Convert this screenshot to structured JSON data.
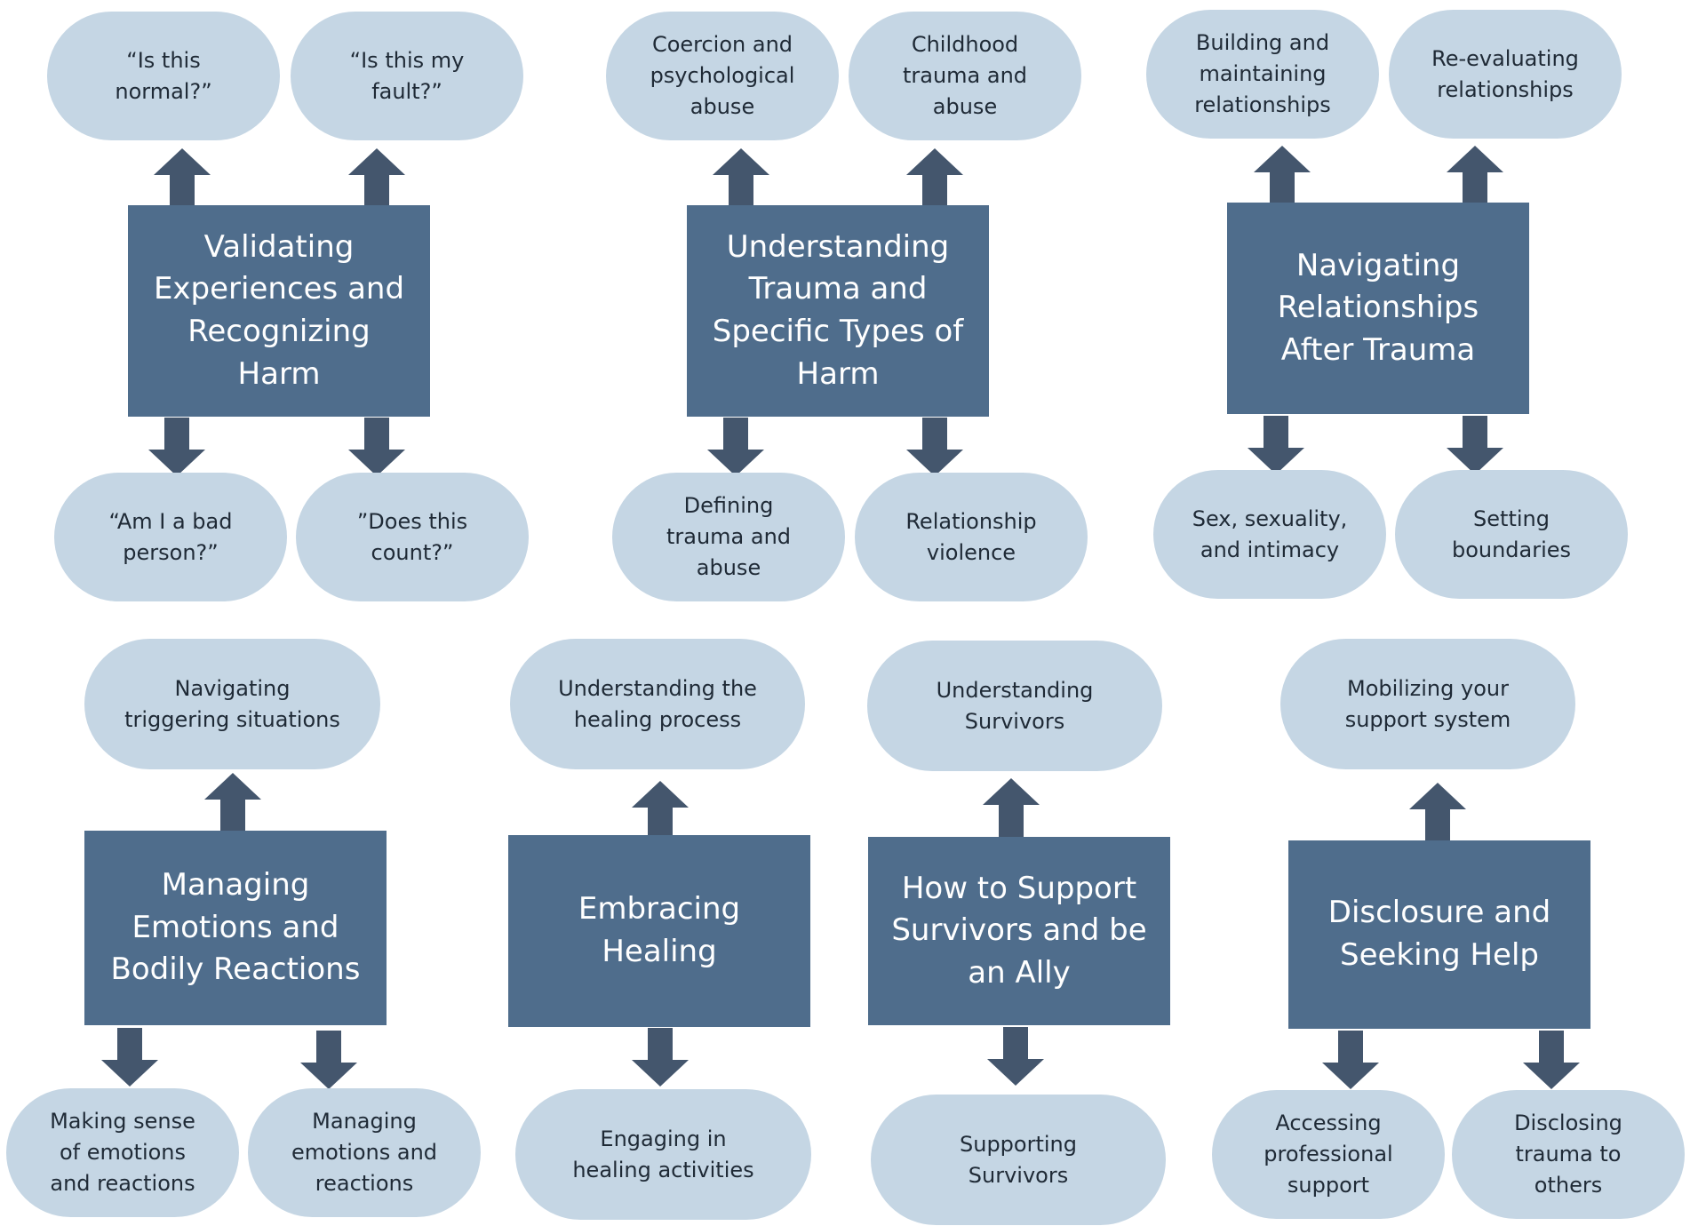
{
  "colors": {
    "box": "#4f6d8c",
    "pill": "#c5d6e4",
    "arrow": "#44566d",
    "text_dark": "#1f2a36",
    "text_light": "#ffffff"
  },
  "groups": {
    "validating": {
      "title": "Validating\nExperiences and\nRecognizing Harm",
      "top_left": "“Is this\nnormal?”",
      "top_right": "“Is this my\nfault?”",
      "bottom_left": "“Am I a bad\nperson?”",
      "bottom_right": "”Does this\ncount?”"
    },
    "understanding": {
      "title": "Understanding\nTrauma and\nSpecific Types of\nHarm",
      "top_left": "Coercion and\npsychological\nabuse",
      "top_right": "Childhood\ntrauma and\nabuse",
      "bottom_left": "Defining\ntrauma and\nabuse",
      "bottom_right": "Relationship\nviolence"
    },
    "relationships": {
      "title": "Navigating\nRelationships\nAfter Trauma",
      "top_left": "Building and\nmaintaining\nrelationships",
      "top_right": "Re-evaluating\nrelationships",
      "bottom_left": "Sex, sexuality,\nand intimacy",
      "bottom_right": "Setting\nboundaries"
    },
    "managing": {
      "title": "Managing\nEmotions and\nBodily Reactions",
      "top": "Navigating\ntriggering situations",
      "bottom_left": "Making sense\nof emotions\nand reactions",
      "bottom_right": "Managing\nemotions and\nreactions"
    },
    "healing": {
      "title": "Embracing\nHealing",
      "top": "Understanding the\nhealing process",
      "bottom": "Engaging in\nhealing activities"
    },
    "support": {
      "title": "How to Support\nSurvivors and be\nan Ally",
      "top": "Understanding\nSurvivors",
      "bottom": "Supporting\nSurvivors"
    },
    "disclosure": {
      "title": "Disclosure and\nSeeking Help",
      "top": "Mobilizing your\nsupport system",
      "bottom_left": "Accessing\nprofessional\nsupport",
      "bottom_right": "Disclosing\ntrauma to\nothers"
    }
  }
}
